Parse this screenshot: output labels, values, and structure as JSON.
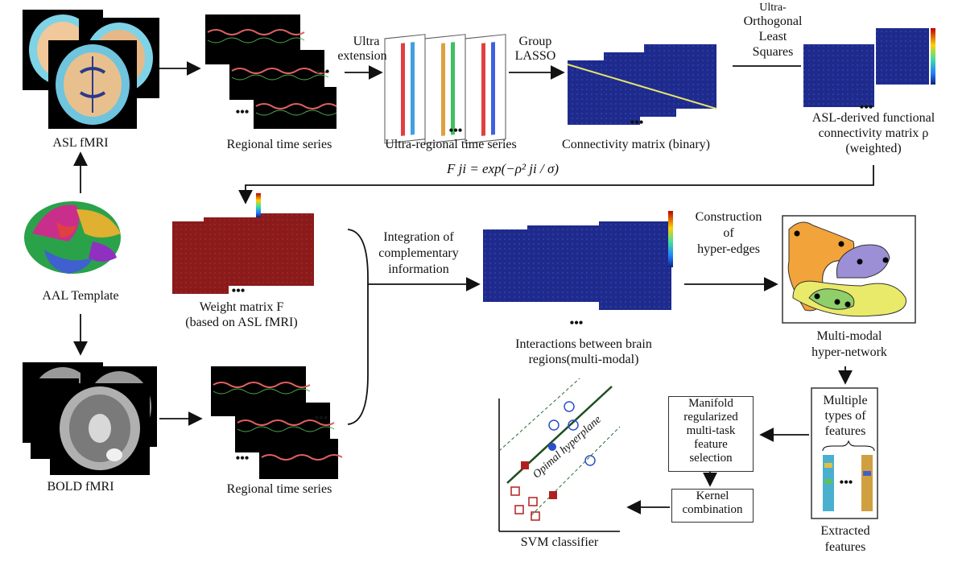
{
  "labels": {
    "asl_fmri": "ASL  fMRI",
    "regional_time_series_top": "Regional time series",
    "ultra_extension_1": "Ultra",
    "ultra_extension_2": "extension",
    "ultra_regional_time_series": "Ultra-regional time series",
    "group_lasso_1": "Group",
    "group_lasso_2": "LASSO",
    "connectivity_binary": "Connectivity matrix (binary)",
    "ols_1": "Ultra-",
    "ols_2": "Orthogonal",
    "ols_3": "Least",
    "ols_4": "Squares",
    "asl_fc_1": "ASL-derived functional",
    "asl_fc_2": "connectivity matrix ρ",
    "asl_fc_3": "(weighted)",
    "formula": "F ji = exp(−ρ² ji / σ)",
    "aal_template": "AAL Template",
    "weight_matrix_1": "Weight matrix F",
    "weight_matrix_2": "(based on ASL fMRI)",
    "integration_1": "Integration of",
    "integration_2": "complementary",
    "integration_3": "information",
    "interactions_1": "Interactions   between brain",
    "interactions_2": "regions(multi-modal)",
    "construction_1": "Construction",
    "construction_2": "of",
    "construction_3": "hyper-edges",
    "multimodal_1": "Multi-modal",
    "multimodal_2": "hyper-network",
    "bold_fmri": "BOLD fMRI",
    "regional_time_series_bottom": "Regional time series",
    "multiple_types_1": "Multiple",
    "multiple_types_2": "types of",
    "multiple_types_3": "features",
    "extracted_1": "Extracted",
    "extracted_2": "features",
    "manifold_1": "Manifold",
    "manifold_2": "regularized",
    "manifold_3": "multi-task",
    "manifold_4": "feature",
    "manifold_5": "selection",
    "kernel_1": "Kernel",
    "kernel_2": "combination",
    "svm_classifier": "SVM classifier",
    "optimal_hyperplane": "Opimal hyperplane",
    "ellipsis": "•••"
  },
  "colors": {
    "matrix_blue": "#1e2b8c",
    "matrix_red": "#8b1a1a",
    "brain_cyan": "#7fd3e6",
    "hyperedge_orange": "#f2a33a",
    "hyperedge_purple": "#9c8fd6",
    "hyperedge_yellow": "#e9ea6a",
    "hyperedge_green": "#8fcf6a",
    "svm_circle": "#2850c8",
    "svm_square": "#b02020"
  }
}
